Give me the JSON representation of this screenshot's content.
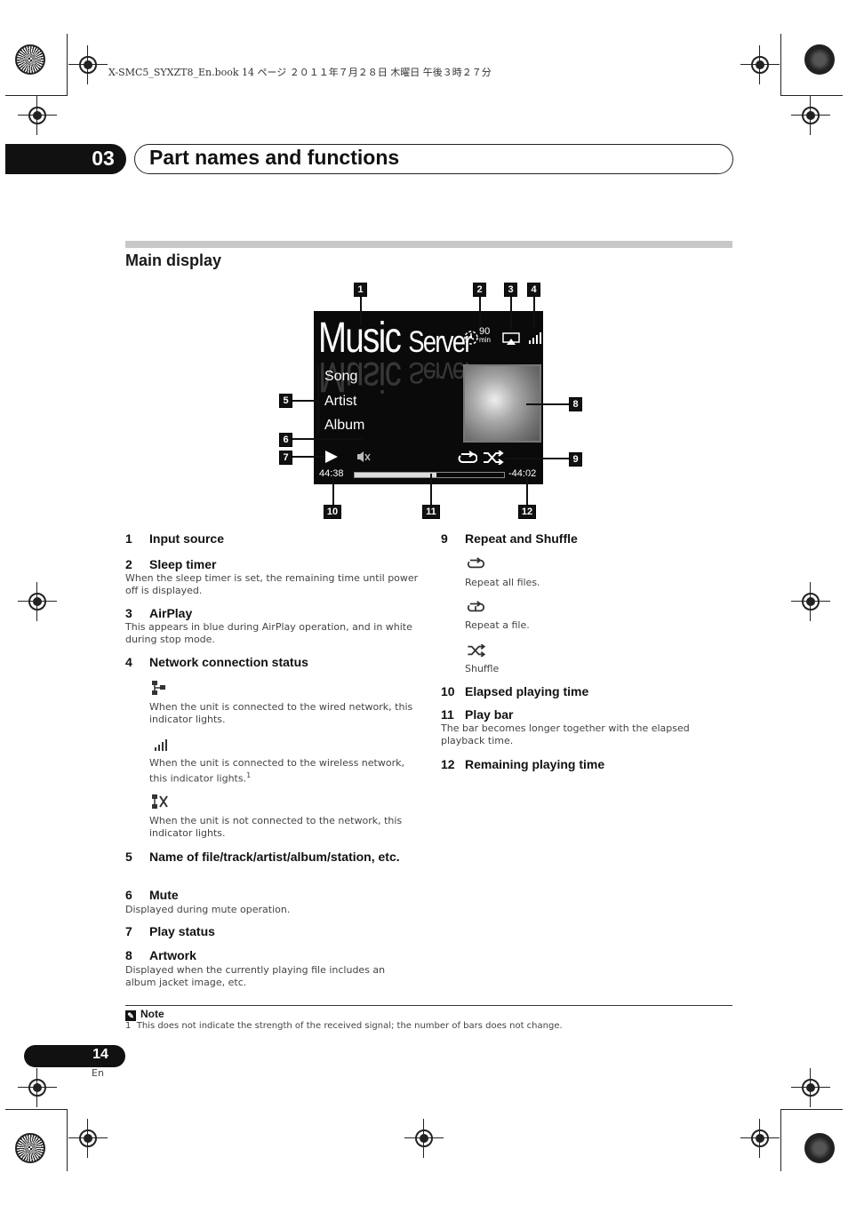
{
  "print_header": "X-SMC5_SYXZT8_En.book  14 ページ  ２０１１年７月２８日  木曜日  午後３時２７分",
  "chapter": {
    "number": "03",
    "title": "Part names and functions"
  },
  "section_title": "Main display",
  "display": {
    "title_big": "Music",
    "title_small": "Server",
    "sleep_value": "90",
    "sleep_unit": "min",
    "lines": [
      "Song",
      "Artist",
      "Album"
    ],
    "elapsed": "44:38",
    "remaining": "-44:02",
    "progress_fraction": 0.55,
    "callouts": [
      "1",
      "2",
      "3",
      "4",
      "5",
      "6",
      "7",
      "8",
      "9",
      "10",
      "11",
      "12"
    ]
  },
  "items_left": [
    {
      "num": "1",
      "label": "Input source",
      "desc": ""
    },
    {
      "num": "2",
      "label": "Sleep timer",
      "desc": "When the sleep timer is set, the remaining time until power off is displayed."
    },
    {
      "num": "3",
      "label": "AirPlay",
      "desc": "This appears in blue during AirPlay operation, and in white during stop mode."
    },
    {
      "num": "4",
      "label": "Network connection status",
      "desc": ""
    },
    {
      "num": "5",
      "label": "Name of file/track/artist/album/station, etc.",
      "desc": ""
    },
    {
      "num": "6",
      "label": "Mute",
      "desc": "Displayed during mute operation."
    },
    {
      "num": "7",
      "label": "Play status",
      "desc": ""
    },
    {
      "num": "8",
      "label": "Artwork",
      "desc": "Displayed when the currently playing file includes an album jacket image, etc."
    }
  ],
  "network_states": [
    {
      "icon": "wired-network-icon",
      "desc": "When the unit is connected to the wired network, this indicator lights."
    },
    {
      "icon": "wireless-signal-icon",
      "desc": "When the unit is connected to the wireless network, this indicator lights.",
      "footnote_ref": "1"
    },
    {
      "icon": "network-disconnected-icon",
      "desc": "When the unit is not connected to the network, this indicator lights."
    }
  ],
  "items_right": [
    {
      "num": "9",
      "label": "Repeat and Shuffle",
      "desc": ""
    },
    {
      "num": "10",
      "label": "Elapsed playing time",
      "desc": ""
    },
    {
      "num": "11",
      "label": "Play bar",
      "desc": "The bar becomes longer together with the elapsed playback time."
    },
    {
      "num": "12",
      "label": "Remaining playing time",
      "desc": ""
    }
  ],
  "repeat_modes": [
    {
      "icon": "repeat-all-icon",
      "desc": "Repeat all files."
    },
    {
      "icon": "repeat-one-icon",
      "desc": "Repeat a file."
    },
    {
      "icon": "shuffle-icon",
      "desc": "Shuffle"
    }
  ],
  "note": {
    "heading": "Note",
    "footnote_num": "1",
    "text": "This does not indicate the strength of the received signal; the number of bars does not change."
  },
  "page": {
    "number": "14",
    "lang": "En"
  }
}
